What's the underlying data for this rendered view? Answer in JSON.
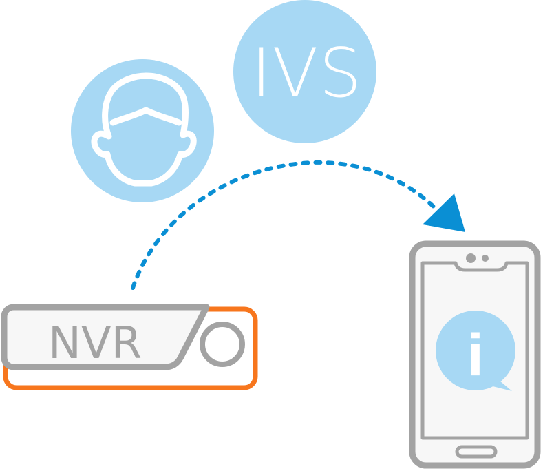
{
  "diagram": {
    "ivs_label": "IVS",
    "nvr_label": "NVR",
    "info_label": "i"
  },
  "icons": {
    "face": "face-icon",
    "ivs": "ivs-badge",
    "nvr": "nvr-device-icon",
    "phone": "smartphone-icon",
    "info": "info-bubble-icon",
    "arrow": "arrow-icon"
  },
  "colors": {
    "circle_fill": "#a7d8f4",
    "icon_white": "#ffffff",
    "arrow_blue": "#0a8fd4",
    "device_gray": "#a3a3a3",
    "nvr_orange": "#f7761d",
    "panel_fill": "#f7f7f7"
  }
}
